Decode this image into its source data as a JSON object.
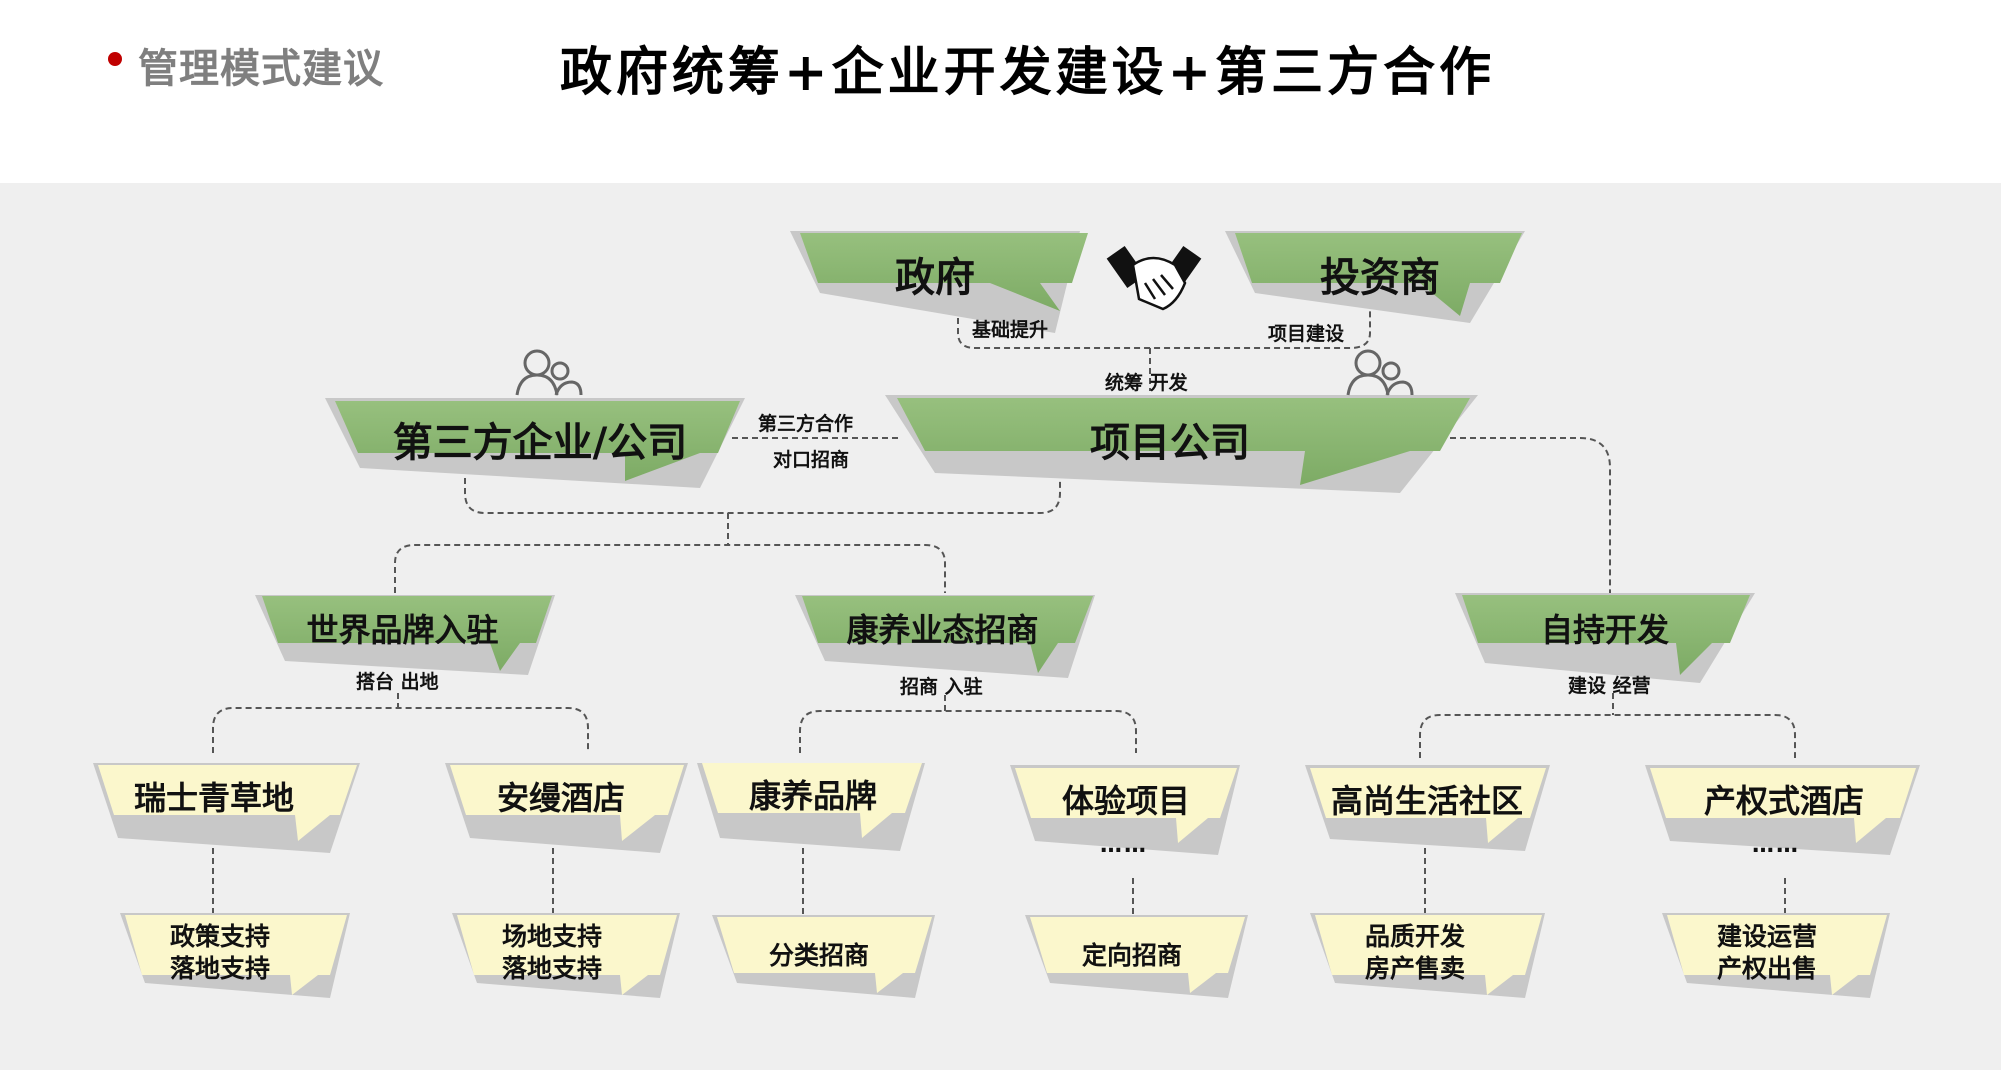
{
  "header": {
    "section_title": "管理模式建议",
    "main_title": "政府统筹+企业开发建设+第三方合作"
  },
  "colors": {
    "green": "#89b471",
    "yellow": "#fbf7cc",
    "bullet": "#c00000",
    "background": "#efefef"
  },
  "top": {
    "government": "政府",
    "investor": "投资商",
    "gov_link": "基础提升",
    "investor_link": "项目建设",
    "merge_link": "统筹  开发",
    "handshake_icon": "handshake-icon"
  },
  "middle": {
    "third_party": "第三方企业/公司",
    "project_company": "项目公司",
    "link_line1": "第三方合作",
    "link_line2": "对口招商",
    "people_icon": "people-icon"
  },
  "level3": {
    "world_brand": "世界品牌入驻",
    "world_brand_link": "搭台  出地",
    "wellness": "康养业态招商",
    "wellness_link": "招商  入驻",
    "self_dev": "自持开发",
    "self_dev_link": "建设  经营"
  },
  "level4": {
    "swiss": "瑞士青草地",
    "aman": "安缦酒店",
    "wellness_brand": "康养品牌",
    "experience": "体验项目",
    "community": "高尚生活社区",
    "hotel": "产权式酒店",
    "ellipsis": "……"
  },
  "level5": {
    "swiss_note": "政策支持\n落地支持",
    "aman_note": "场地支持\n落地支持",
    "brand_note": "分类招商",
    "experience_note": "定向招商",
    "community_note": "品质开发\n房产售卖",
    "hotel_note": "建设运营\n产权出售"
  }
}
